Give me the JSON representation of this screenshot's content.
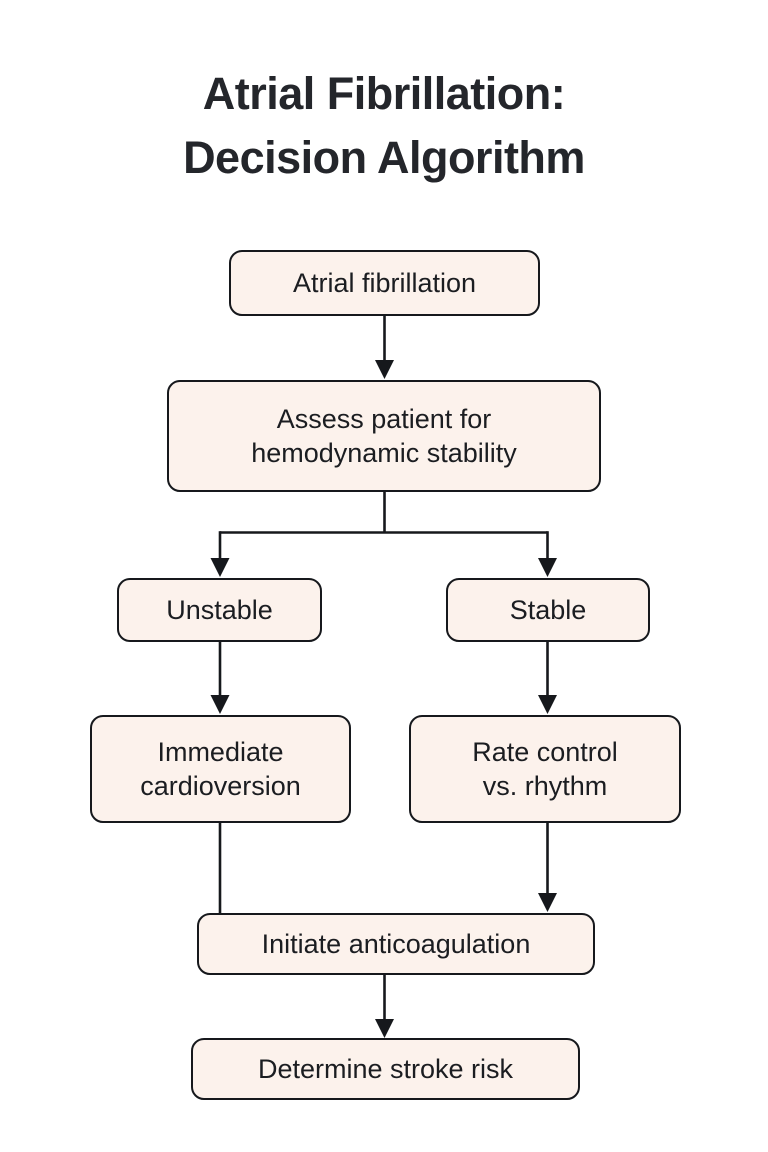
{
  "title": {
    "text": "Atrial Fibrillation:\nDecision Algorithm",
    "color": "#24262b"
  },
  "theme": {
    "background": "#ffffff",
    "node_fill": "#fcf2ec",
    "node_stroke": "#16181c",
    "node_text": "#1b1d21",
    "connector": "#16181c"
  },
  "chart_data": {
    "type": "diagram",
    "diagram_kind": "flowchart",
    "title": "Atrial Fibrillation: Decision Algorithm",
    "orientation": "top-to-bottom",
    "nodes": [
      {
        "id": "afib",
        "label": "Atrial fibrillation",
        "shape": "rounded-rect"
      },
      {
        "id": "assess",
        "label": "Assess patient for\nhemodynamic stability",
        "shape": "rounded-rect"
      },
      {
        "id": "unstable",
        "label": "Unstable",
        "shape": "rounded-rect"
      },
      {
        "id": "stable",
        "label": "Stable",
        "shape": "rounded-rect"
      },
      {
        "id": "cardioversion",
        "label": "Immediate\ncardioversion",
        "shape": "rounded-rect"
      },
      {
        "id": "rate-rhythm",
        "label": "Rate control\nvs. rhythm",
        "shape": "rounded-rect"
      },
      {
        "id": "anticoagulation",
        "label": "Initiate anticoagulation",
        "shape": "rounded-rect"
      },
      {
        "id": "stroke-risk",
        "label": "Determine stroke risk",
        "shape": "rounded-rect"
      }
    ],
    "edges": [
      {
        "from": "afib",
        "to": "assess",
        "label": "",
        "arrow": true
      },
      {
        "from": "assess",
        "to": "unstable",
        "label": "",
        "arrow": true
      },
      {
        "from": "assess",
        "to": "stable",
        "label": "",
        "arrow": true
      },
      {
        "from": "unstable",
        "to": "cardioversion",
        "label": "",
        "arrow": true
      },
      {
        "from": "stable",
        "to": "rate-rhythm",
        "label": "",
        "arrow": true
      },
      {
        "from": "cardioversion",
        "to": "anticoagulation",
        "label": "",
        "arrow": false
      },
      {
        "from": "rate-rhythm",
        "to": "anticoagulation",
        "label": "",
        "arrow": true
      },
      {
        "from": "anticoagulation",
        "to": "stroke-risk",
        "label": "",
        "arrow": true
      }
    ]
  }
}
